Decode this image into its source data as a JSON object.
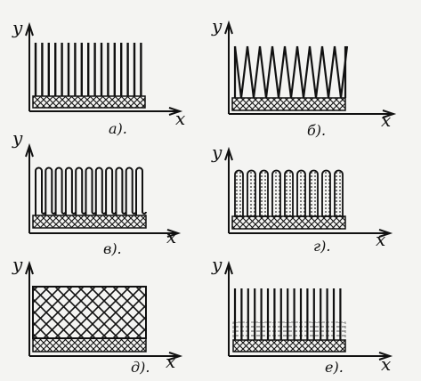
{
  "axis_labels": {
    "y": "y",
    "x": "x"
  },
  "panels": [
    {
      "id": "a",
      "caption": "а)."
    },
    {
      "id": "b",
      "caption": "б)."
    },
    {
      "id": "v",
      "caption": "в)."
    },
    {
      "id": "g",
      "caption": "г)."
    },
    {
      "id": "d",
      "caption": "д)."
    },
    {
      "id": "e",
      "caption": "е)."
    }
  ]
}
